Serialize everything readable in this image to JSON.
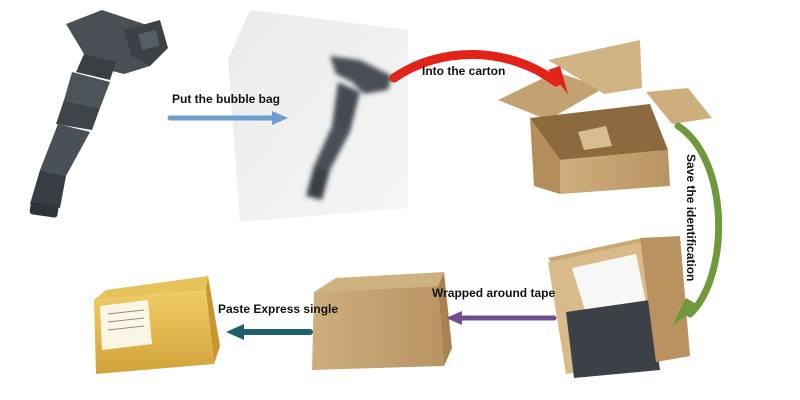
{
  "steps": [
    {
      "label": "Put the bubble bag"
    },
    {
      "label": "Into the carton"
    },
    {
      "label": "Save the identification"
    },
    {
      "label": "Wrapped around tape"
    },
    {
      "label": "Paste Express single"
    }
  ],
  "colors": {
    "arrow_bubble_bag": "#6f9bd1",
    "arrow_carton": "#e2231a",
    "arrow_identification": "#6f9a3c",
    "arrow_tape": "#6d4f8f",
    "arrow_express": "#205f6b",
    "cardboard": "#c9a874",
    "cardboard_dark": "#a9834f",
    "tape_yellow": "#e3b74d",
    "coil_dark": "#3c4148"
  },
  "icons": [
    "ignition-coil-icon",
    "bubble-bag-icon",
    "open-carton-icon",
    "identification-box-icon",
    "taped-box-icon",
    "express-label-box-icon"
  ]
}
